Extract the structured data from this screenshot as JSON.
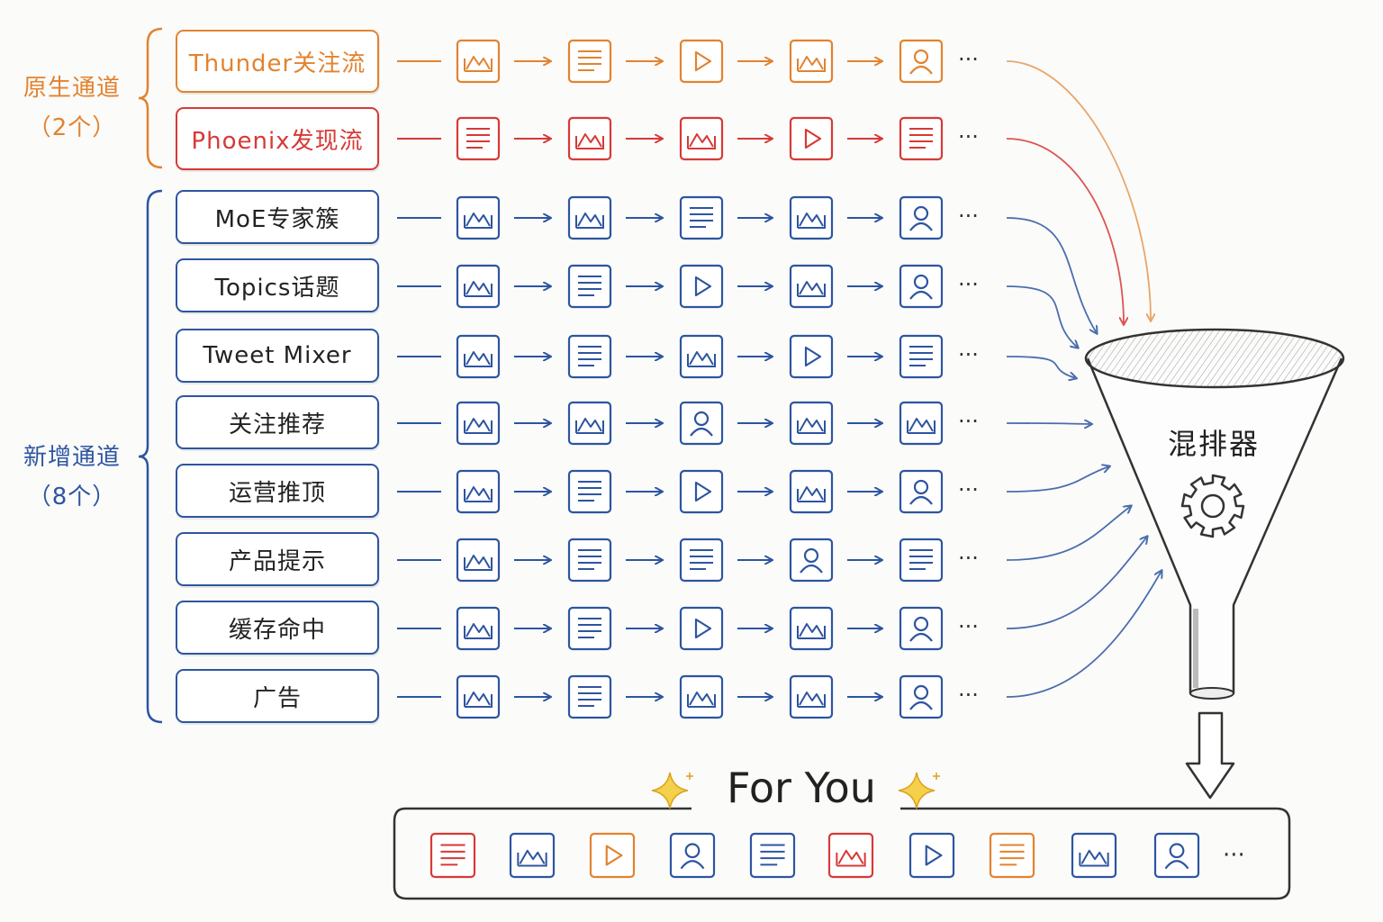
{
  "colors": {
    "orange": "#e2832f",
    "red": "#d63a36",
    "blue": "#2d55a0",
    "ink": "#333333"
  },
  "groups": [
    {
      "line1": "原生通道",
      "line2": "（2个）",
      "color": "#e2832f"
    },
    {
      "line1": "新增通道",
      "line2": "（8个）",
      "color": "#2d55a0"
    }
  ],
  "channels": [
    {
      "label": "Thunder关注流",
      "color": "#e2832f",
      "items": [
        "image",
        "text",
        "video",
        "image",
        "user"
      ],
      "more": "···"
    },
    {
      "label": "Phoenix发现流",
      "color": "#d63a36",
      "items": [
        "text",
        "image",
        "image",
        "video",
        "text"
      ],
      "more": "···"
    },
    {
      "label": "MoE专家簇",
      "color": "#2d55a0",
      "items": [
        "image",
        "image",
        "text",
        "image",
        "user"
      ],
      "more": "···"
    },
    {
      "label": "Topics话题",
      "color": "#2d55a0",
      "items": [
        "image",
        "text",
        "video",
        "image",
        "user"
      ],
      "more": "···"
    },
    {
      "label": "Tweet Mixer",
      "color": "#2d55a0",
      "items": [
        "image",
        "text",
        "image",
        "video",
        "text"
      ],
      "more": "···"
    },
    {
      "label": "关注推荐",
      "color": "#2d55a0",
      "items": [
        "image",
        "image",
        "user",
        "image",
        "image"
      ],
      "more": "···"
    },
    {
      "label": "运营推顶",
      "color": "#2d55a0",
      "items": [
        "image",
        "text",
        "video",
        "image",
        "user"
      ],
      "more": "···"
    },
    {
      "label": "产品提示",
      "color": "#2d55a0",
      "items": [
        "image",
        "text",
        "text",
        "user",
        "text"
      ],
      "more": "···"
    },
    {
      "label": "缓存命中",
      "color": "#2d55a0",
      "items": [
        "image",
        "text",
        "video",
        "image",
        "user"
      ],
      "more": "···"
    },
    {
      "label": "广告",
      "color": "#2d55a0",
      "items": [
        "image",
        "text",
        "image",
        "image",
        "user"
      ],
      "more": "···"
    }
  ],
  "mixer": {
    "label": "混排器",
    "icon": "gear-icon"
  },
  "output": {
    "title": "For You",
    "sparkle_icon": "sparkle-icon",
    "items": [
      {
        "type": "text",
        "color": "#d63a36"
      },
      {
        "type": "image",
        "color": "#2d55a0"
      },
      {
        "type": "video",
        "color": "#e2832f"
      },
      {
        "type": "user",
        "color": "#2d55a0"
      },
      {
        "type": "text",
        "color": "#2d55a0"
      },
      {
        "type": "image",
        "color": "#d63a36"
      },
      {
        "type": "video",
        "color": "#2d55a0"
      },
      {
        "type": "text",
        "color": "#e2832f"
      },
      {
        "type": "image",
        "color": "#2d55a0"
      },
      {
        "type": "user",
        "color": "#2d55a0"
      }
    ],
    "more": "···"
  }
}
